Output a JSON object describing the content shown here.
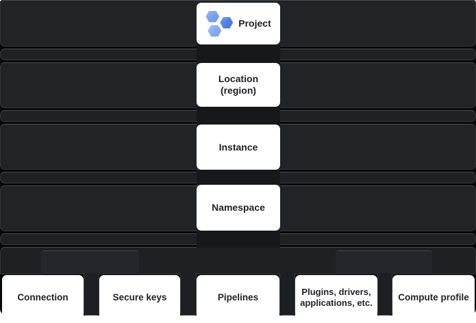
{
  "hierarchy": {
    "levels": [
      {
        "id": "project",
        "label": "Project",
        "lines": [
          "Project"
        ],
        "icon": "data-fusion-hexagons-icon"
      },
      {
        "id": "location",
        "label": "Location (region)",
        "lines": [
          "Location",
          "(region)"
        ]
      },
      {
        "id": "instance",
        "label": "Instance",
        "lines": [
          "Instance"
        ]
      },
      {
        "id": "namespace",
        "label": "Namespace",
        "lines": [
          "Namespace"
        ]
      }
    ],
    "namespace_children": [
      {
        "id": "connection",
        "label": "Connection",
        "lines": [
          "Connection"
        ]
      },
      {
        "id": "secure-keys",
        "label": "Secure keys",
        "lines": [
          "Secure keys"
        ]
      },
      {
        "id": "pipelines",
        "label": "Pipelines",
        "lines": [
          "Pipelines"
        ]
      },
      {
        "id": "plugins",
        "label": "Plugins, drivers, applications, etc.",
        "lines": [
          "Plugins, drivers,",
          "applications, etc."
        ]
      },
      {
        "id": "compute-profile",
        "label": "Compute profile",
        "lines": [
          "Compute profile"
        ]
      }
    ]
  },
  "colors": {
    "band_fill": "#212327",
    "band_edge_top": "#494c52",
    "band_edge": "#33363b",
    "backdrop": "#07080a",
    "connector_fill": "#17181b",
    "node_background": "#ffffff",
    "node_text": "#1f2124",
    "hexagon_top": "#76a1f1",
    "hexagon_right": "#4c80e8",
    "hexagon_bottom": "#83a9f3"
  }
}
